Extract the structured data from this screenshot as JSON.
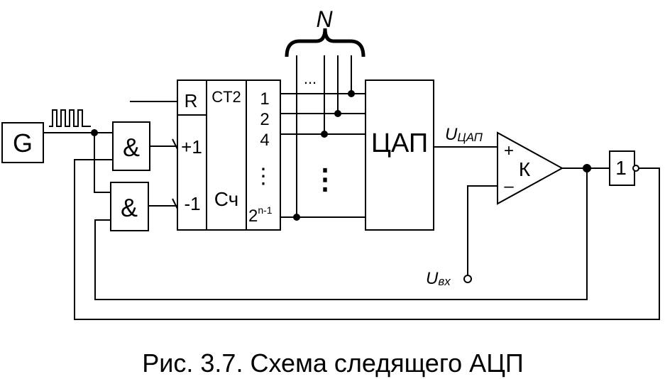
{
  "blocks": {
    "generator": "G",
    "and_gate": "&",
    "reset_input": "R",
    "counter_type": "CT2",
    "counter_name": "Сч",
    "count_up": "+1",
    "count_down": "-1",
    "dac": "ЦАП",
    "comparator": "К",
    "comparator_plus": "+",
    "comparator_minus": "–",
    "inverter": "1"
  },
  "outputs": {
    "bit1": "1",
    "bit2": "2",
    "bit4": "4",
    "vdots": "⋮",
    "bitn_base": "2",
    "bitn_exp": "n-1"
  },
  "bus": {
    "label": "N",
    "ellipsis": "..."
  },
  "signals": {
    "u_dac_main": "U",
    "u_dac_sub": "ЦАП",
    "u_in_main": "U",
    "u_in_sub": "вх"
  },
  "caption": "Рис. 3.7. Схема следящего АЦП"
}
